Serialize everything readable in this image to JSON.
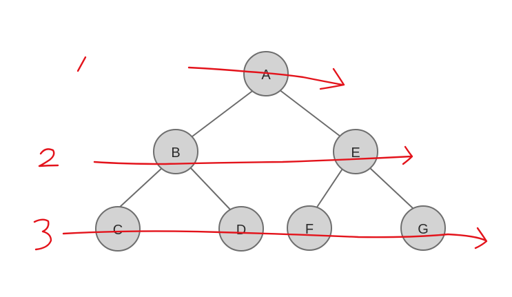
{
  "tree": {
    "nodes": [
      {
        "id": "A",
        "label": "A"
      },
      {
        "id": "B",
        "label": "B"
      },
      {
        "id": "E",
        "label": "E"
      },
      {
        "id": "C",
        "label": "C"
      },
      {
        "id": "D",
        "label": "D"
      },
      {
        "id": "F",
        "label": "F"
      },
      {
        "id": "G",
        "label": "G"
      }
    ],
    "edges": [
      {
        "from": "A",
        "to": "B"
      },
      {
        "from": "A",
        "to": "E"
      },
      {
        "from": "B",
        "to": "C"
      },
      {
        "from": "B",
        "to": "D"
      },
      {
        "from": "E",
        "to": "F"
      },
      {
        "from": "E",
        "to": "G"
      }
    ]
  },
  "annotations": {
    "ink_color": "#e3131b",
    "level_marks": [
      {
        "label": "1"
      },
      {
        "label": "2"
      },
      {
        "label": "3"
      }
    ]
  }
}
